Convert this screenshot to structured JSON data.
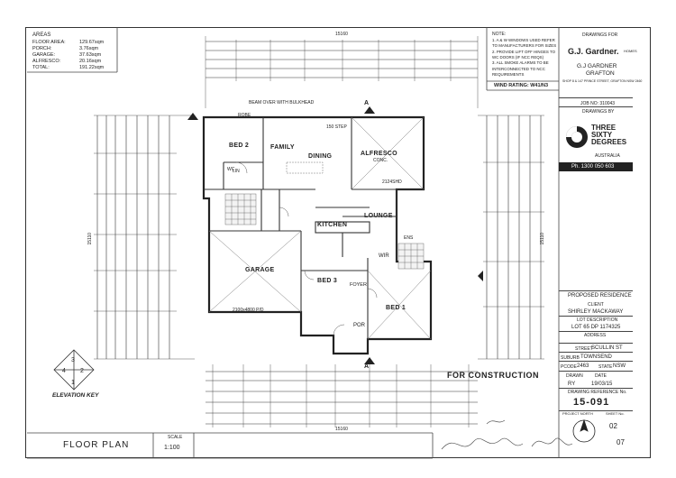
{
  "areas": {
    "heading": "AREAS",
    "rows": [
      {
        "label": "FLOOR AREA:",
        "value": "129.67sqm"
      },
      {
        "label": "PORCH:",
        "value": "3.76sqm"
      },
      {
        "label": "GARAGE:",
        "value": "37.63sqm"
      },
      {
        "label": "ALFRESCO:",
        "value": "20.16sqm"
      },
      {
        "label": "TOTAL:",
        "value": "191.22sqm"
      }
    ]
  },
  "notes": {
    "heading": "NOTE:",
    "lines": [
      "1. A & W WINDOWS USED REFER",
      "TO MANUFACTURERS FOR SIZES",
      "2. PROVIDE LIFT OFF HINGES TO",
      "WC DOORS (IF NCC REQS)",
      "3. ALL SMOKE ALARMS TO BE",
      "INTERCONNECTED TO NCC",
      "REQUIREMENTS"
    ],
    "wind_rating": "WIND RATING: W41/N3"
  },
  "rooms": {
    "bed2": "BED 2",
    "family": "FAMILY",
    "dining": "DINING",
    "alfresco": "ALFRESCO",
    "alfresco_sub": "CONC.",
    "kitchen": "KITCHEN",
    "lounge": "LOUNGE",
    "garage": "GARAGE",
    "bed3": "BED 3",
    "foyer": "FOYER",
    "bed1": "BED 1",
    "por": "POR",
    "wir": "WIR",
    "robe": "ROBE",
    "wc": "WC",
    "ens": "ENS",
    "lin": "LIN"
  },
  "annotations": {
    "beam_bulkhead": "BEAM OVER WITH BULKHEAD",
    "step_150": "150 STEP",
    "alfresco_size": "2124SHD",
    "garage_door": "2100x4800 P/D",
    "for_construction": "FOR CONSTRUCTION",
    "elevation_key": "ELEVATION KEY",
    "section_marker": "A",
    "scale_label": "SCALE",
    "scale": "1:100",
    "floor_plan": "FLOOR PLAN"
  },
  "title_block": {
    "drawings_for": "DRAWINGS FOR",
    "brand": "G.J. Gardner.",
    "brand_sub": "HOMES",
    "company": "G.J GARDNER",
    "company_city": "GRAFTON",
    "address": "SHOP 8 & 147 PRINCE STREET, GRAFTON NSW 2460",
    "job_no": "JOB NO: 310043",
    "drawings_by": "DRAWINGS BY",
    "designer": "THREE SIXTY DEGREES",
    "designer_sub": "AUSTRALIA",
    "phone": "Ph. 1300 050 603",
    "project_label": "PROPOSED RESIDENCE",
    "client_label": "CLIENT",
    "client": "SHIRLEY MACKAWAY",
    "lot_label": "LOT DESCRIPTION",
    "lot": "LOT 65 DP 1174325",
    "address_label": "ADDRESS",
    "street_label": "STREET",
    "street": "SCULLIN ST",
    "suburb_label": "SUBURB",
    "suburb": "TOWNSEND",
    "postcode_label": "PCODE",
    "postcode": "2463",
    "state_label": "STATE",
    "state": "NSW",
    "drawn_label": "DRAWN",
    "drawn": "RY",
    "date_label": "DATE",
    "date": "19/03/15",
    "ref_label": "DRAWING REFERENCE No.",
    "ref": "15-091",
    "north_label": "PROJECT NORTH",
    "sheet_label": "SHEET No.",
    "sheet_no": "02",
    "sheet_total": "07"
  },
  "dimensions": {
    "top_overall": "15160",
    "bottom_overall": "15160",
    "left_overall": "15110",
    "right_overall": "15110"
  }
}
